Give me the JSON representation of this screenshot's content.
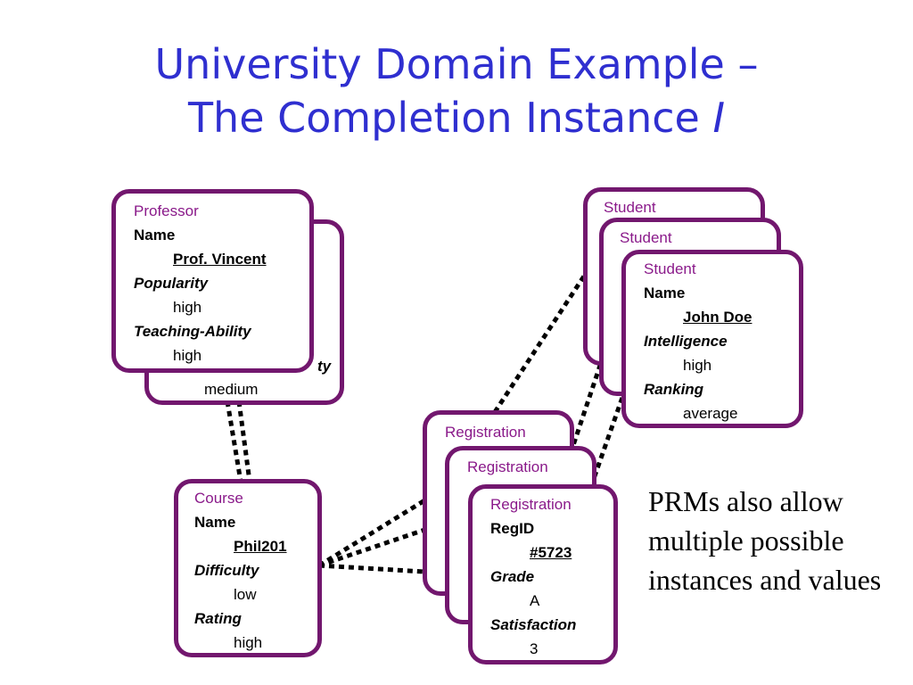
{
  "title": {
    "line1": "University Domain Example –",
    "line2_prefix": "The Completion Instance ",
    "line2_italic": "I"
  },
  "professor_back": {
    "partial_attr": "ty",
    "partial_value": "medium"
  },
  "professor": {
    "type": "Professor",
    "name_label": "Name",
    "name_value": "Prof. Vincent",
    "popularity_label": "Popularity",
    "popularity_value": "high",
    "teaching_label": "Teaching-Ability",
    "teaching_value": "high"
  },
  "student_back1": {
    "type": "Student"
  },
  "student_back2": {
    "type": "Student"
  },
  "student": {
    "type": "Student",
    "name_label": "Name",
    "name_value": "John Doe",
    "intelligence_label": "Intelligence",
    "intelligence_value": "high",
    "ranking_label": "Ranking",
    "ranking_value": "average"
  },
  "course": {
    "type": "Course",
    "name_label": "Name",
    "name_value": "Phil201",
    "difficulty_label": "Difficulty",
    "difficulty_value": "low",
    "rating_label": "Rating",
    "rating_value": "high"
  },
  "registration_back1": {
    "type": "Registration"
  },
  "registration_back2": {
    "type": "Registration"
  },
  "registration": {
    "type": "Registration",
    "regid_label": "RegID",
    "regid_value": "#5723",
    "grade_label": "Grade",
    "grade_value": "A",
    "satisfaction_label": "Satisfaction",
    "satisfaction_value": "3"
  },
  "caption": "PRMs also allow multiple possible instances and values"
}
